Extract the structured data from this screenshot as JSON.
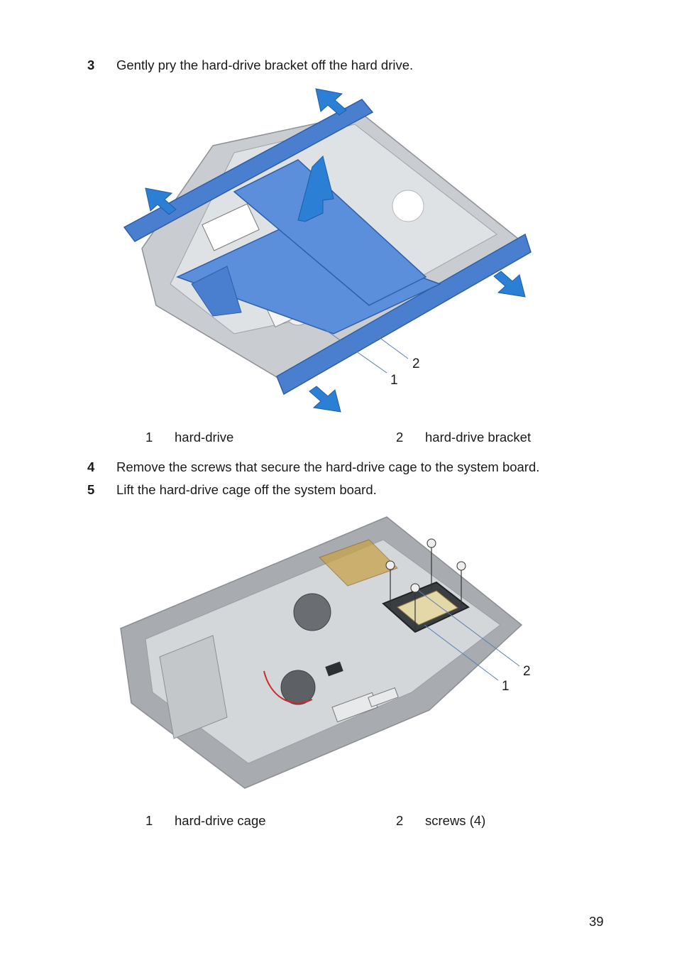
{
  "steps": {
    "s3": {
      "num": "3",
      "text": "Gently pry the hard-drive bracket off the hard drive."
    },
    "s4": {
      "num": "4",
      "text": "Remove the screws that secure the hard-drive cage to the system board."
    },
    "s5": {
      "num": "5",
      "text": "Lift the hard-drive cage off the system board."
    }
  },
  "figure1": {
    "callouts": [
      "1",
      "2"
    ],
    "legend": [
      {
        "num": "1",
        "label": "hard-drive"
      },
      {
        "num": "2",
        "label": "hard-drive bracket"
      }
    ]
  },
  "figure2": {
    "callouts": [
      "1",
      "2"
    ],
    "legend": [
      {
        "num": "1",
        "label": "hard-drive cage"
      },
      {
        "num": "2",
        "label": "screws (4)"
      }
    ]
  },
  "page_number": "39",
  "colors": {
    "bracket_blue": "#4a7fd0",
    "arrow_blue": "#2b7fd4",
    "chassis_gray": "#a8acb0"
  }
}
